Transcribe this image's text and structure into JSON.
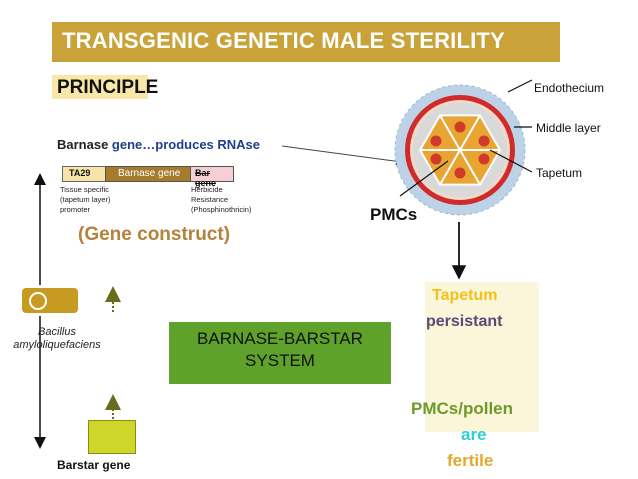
{
  "title": "TRANSGENIC GENETIC MALE STERILITY",
  "principle": "PRINCIPLE",
  "barnase_line": {
    "part1": "Barnase ",
    "part2": "gene…produces RNAse"
  },
  "construct": {
    "promoter": "TA29",
    "gene": "Barnase gene",
    "marker": "Bar gene",
    "promoter_desc": [
      "Tissue specific",
      "(tapetum layer)",
      "promoter"
    ],
    "marker_desc": [
      "Herbicide",
      "Resistance",
      "(Phosphinothricin)"
    ],
    "caption": "(Gene construct)"
  },
  "anther": {
    "labels": {
      "endothecium": "Endothecium",
      "middle": "Middle layer",
      "tapetum": "Tapetum",
      "pmcs": "PMCs"
    },
    "colors": {
      "outer": "#bcd2e6",
      "red_ring": "#d12a2a",
      "middle": "#d9d9d9",
      "hex_fill": "#e8a531",
      "dots": "#d03a2a"
    }
  },
  "system": [
    "BARNASE-BARSTAR",
    "SYSTEM"
  ],
  "bacillus": [
    "Bacillus",
    "amyloliquefaciens"
  ],
  "barstar": "Barstar gene",
  "outcome": {
    "tapetum": "Tapetum",
    "persistant": "persistant",
    "pollen": "PMCs/pollen",
    "are": "are",
    "fertile": "fertile"
  }
}
